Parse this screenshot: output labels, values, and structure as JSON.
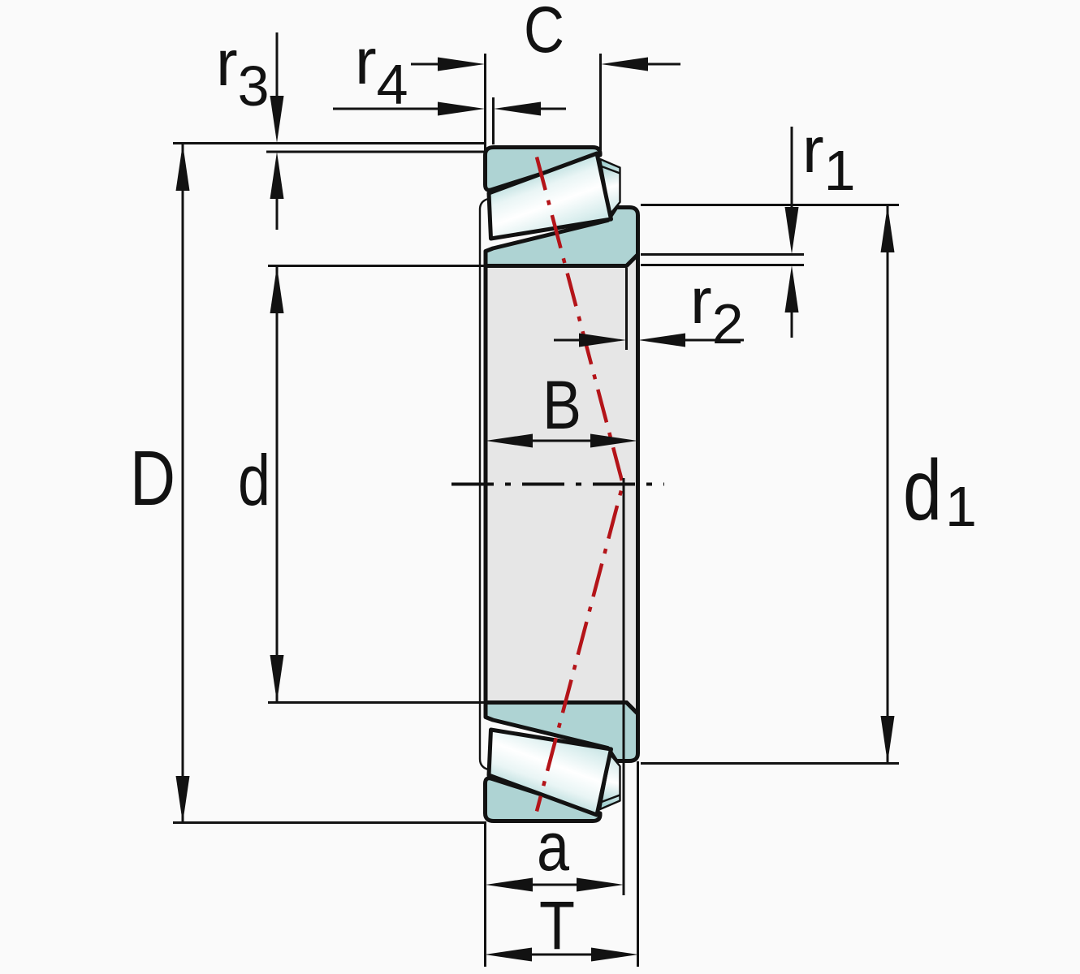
{
  "title": "Tapered roller bearing cross-section dimension diagram",
  "labels": {
    "outer_diameter": "D",
    "bore_diameter": "d",
    "rib_diameter": {
      "base": "d",
      "sub": "1"
    },
    "cup_width": "C",
    "cone_width": "B",
    "total_width": "T",
    "contact_apex_distance": "a",
    "r1": {
      "base": "r",
      "sub": "1"
    },
    "r2": {
      "base": "r",
      "sub": "2"
    },
    "r3": {
      "base": "r",
      "sub": "3"
    },
    "r4": {
      "base": "r",
      "sub": "4"
    }
  },
  "colors": {
    "background": "#fafafa",
    "line": "#121212",
    "ring_fill": "#aed3d3",
    "bore_fill": "#e6e6e6",
    "roller_axis_red": "#b41419"
  }
}
